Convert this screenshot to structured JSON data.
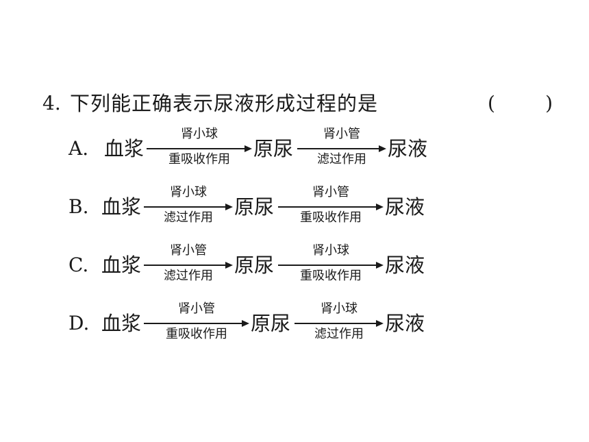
{
  "question": {
    "number": "4.",
    "text": "下列能正确表示尿液形成过程的是",
    "bracket_open": "(",
    "bracket_close": ")"
  },
  "options": [
    {
      "label": "A.",
      "start": "血浆",
      "arrow1_over": "肾小球",
      "arrow1_under": "重吸收作用",
      "middle": "原尿",
      "arrow2_over": "肾小管",
      "arrow2_under": "滤过作用",
      "end": "尿液"
    },
    {
      "label": "B.",
      "start": "血浆",
      "arrow1_over": "肾小球",
      "arrow1_under": "滤过作用",
      "middle": "原尿",
      "arrow2_over": "肾小管",
      "arrow2_under": "重吸收作用",
      "end": "尿液"
    },
    {
      "label": "C.",
      "start": "血浆",
      "arrow1_over": "肾小管",
      "arrow1_under": "滤过作用",
      "middle": "原尿",
      "arrow2_over": "肾小球",
      "arrow2_under": "重吸收作用",
      "end": "尿液"
    },
    {
      "label": "D.",
      "start": "血浆",
      "arrow1_over": "肾小管",
      "arrow1_under": "重吸收作用",
      "middle": "原尿",
      "arrow2_over": "肾小球",
      "arrow2_under": "滤过作用",
      "end": "尿液"
    }
  ]
}
